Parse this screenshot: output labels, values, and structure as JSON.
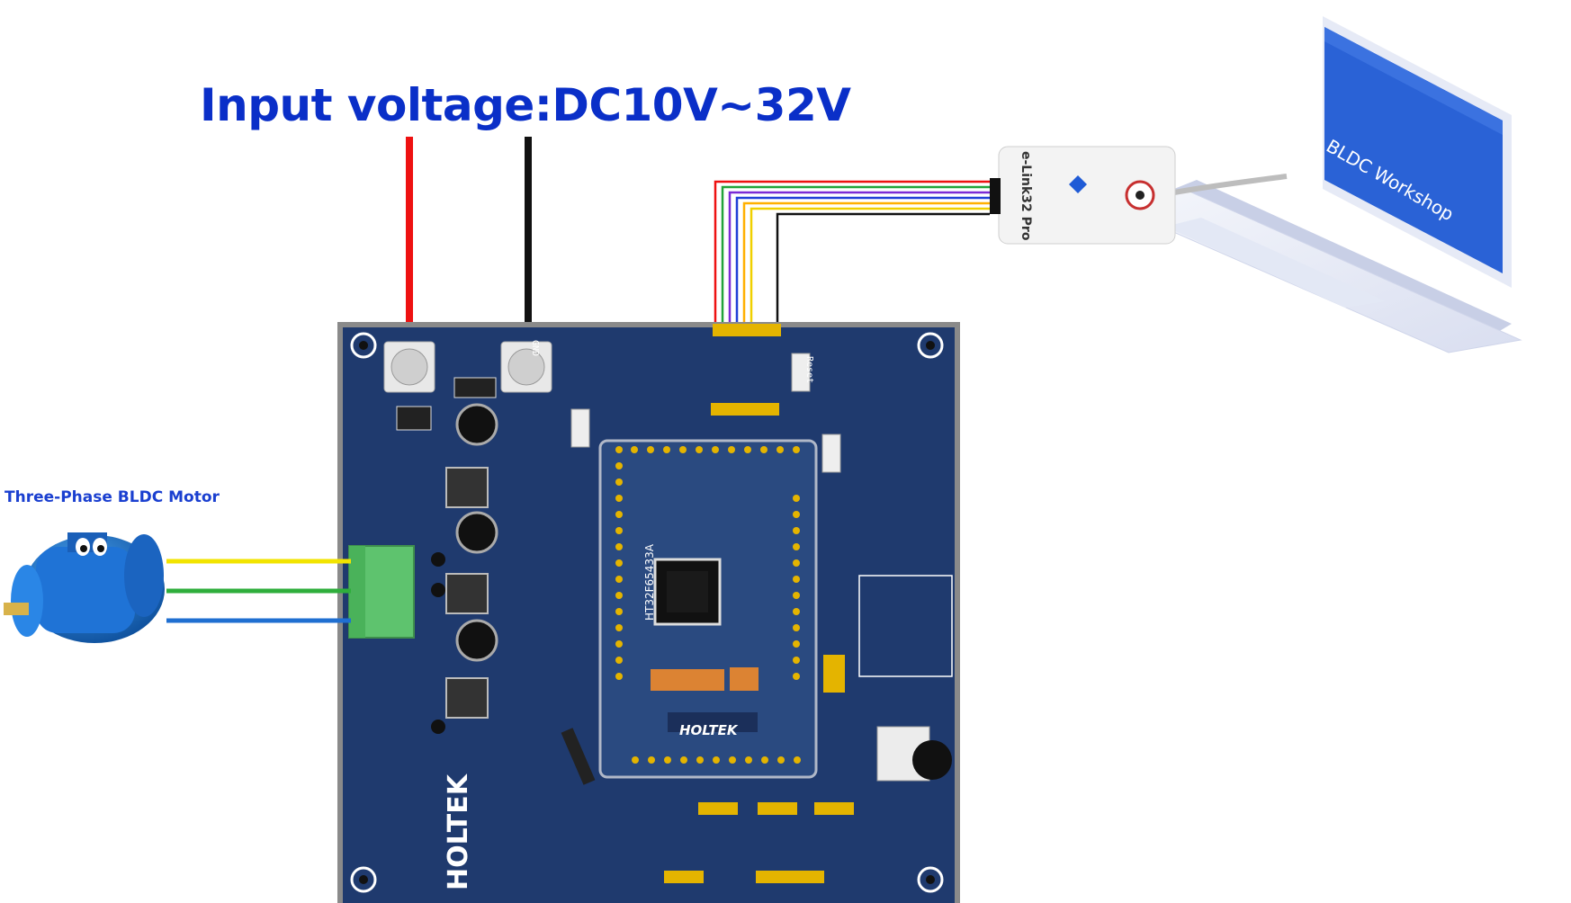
{
  "title": "Input voltage:DC10V~32V",
  "motor_label": "Three-Phase BLDC Motor",
  "laptop_screen_text": "BLDC Workshop",
  "debugger_label": "e-Link32 Pro",
  "chip_label": "HT32F65433A",
  "brand": "HOLTEK",
  "silkscreen": {
    "gnd": "GND",
    "reset": "Reset"
  },
  "colors": {
    "title": "#0a2fc8",
    "pcb": "#1f3a6e",
    "pcb_border": "#8a8a8a",
    "terminal_green": "#5ec36e",
    "wire_red": "#ee1111",
    "wire_black": "#111111",
    "phase_yellow": "#f2e400",
    "phase_green": "#2fae3c",
    "phase_blue": "#1f6fd1",
    "laptop_screen": "#2a62d6"
  },
  "icons": [
    "motor-icon",
    "laptop-icon",
    "debugger-icon",
    "pcb-board-icon",
    "mcu-chip-icon",
    "potentiometer-icon"
  ]
}
